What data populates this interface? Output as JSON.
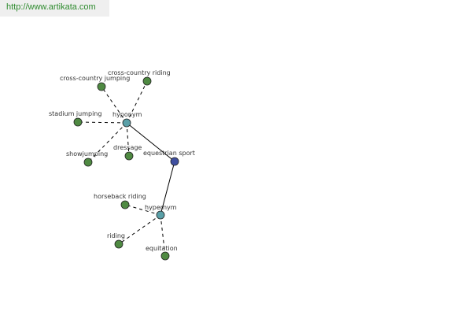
{
  "banner": {
    "url": "http://www.artikata.com"
  },
  "colors": {
    "center": "#3f4fa0",
    "relation": "#5aa0a8",
    "leaf": "#4f8a42",
    "edge": "#000000",
    "banner_text": "#2e8b2e"
  },
  "graph": {
    "nodes": [
      {
        "id": "equestrian_sport",
        "label": "equestrian sport",
        "kind": "center"
      },
      {
        "id": "hyponym",
        "label": "hyponym",
        "kind": "relation"
      },
      {
        "id": "hypernym",
        "label": "hypernym",
        "kind": "relation"
      },
      {
        "id": "cross_country_riding",
        "label": "cross-country riding",
        "kind": "leaf"
      },
      {
        "id": "cross_country_jumping",
        "label": "cross-country jumping",
        "kind": "leaf"
      },
      {
        "id": "stadium_jumping",
        "label": "stadium jumping",
        "kind": "leaf"
      },
      {
        "id": "showjumping",
        "label": "showjumping",
        "kind": "leaf"
      },
      {
        "id": "dressage",
        "label": "dressage",
        "kind": "leaf"
      },
      {
        "id": "horseback_riding",
        "label": "horseback riding",
        "kind": "leaf"
      },
      {
        "id": "riding",
        "label": "riding",
        "kind": "leaf"
      },
      {
        "id": "equitation",
        "label": "equitation",
        "kind": "leaf"
      }
    ],
    "edges": [
      {
        "from": "equestrian_sport",
        "to": "hyponym",
        "style": "solid"
      },
      {
        "from": "equestrian_sport",
        "to": "hypernym",
        "style": "solid"
      },
      {
        "from": "hyponym",
        "to": "cross_country_riding",
        "style": "dashed"
      },
      {
        "from": "hyponym",
        "to": "cross_country_jumping",
        "style": "dashed"
      },
      {
        "from": "hyponym",
        "to": "stadium_jumping",
        "style": "dashed"
      },
      {
        "from": "hyponym",
        "to": "showjumping",
        "style": "dashed"
      },
      {
        "from": "hyponym",
        "to": "dressage",
        "style": "dashed"
      },
      {
        "from": "hypernym",
        "to": "horseback_riding",
        "style": "dashed"
      },
      {
        "from": "hypernym",
        "to": "riding",
        "style": "dashed"
      },
      {
        "from": "hypernym",
        "to": "equitation",
        "style": "dashed"
      }
    ]
  }
}
